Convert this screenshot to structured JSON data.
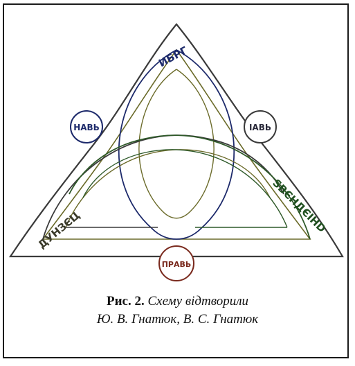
{
  "diagram": {
    "circles": {
      "nav": "НАВЬ",
      "yav": "ІАВЬ",
      "prav": "ПРАВЬ"
    },
    "arc_inscriptions": {
      "top": "ИБРГ",
      "left": "ДУНЗЄЦ",
      "right": "ЅВЄНДЄІНD"
    },
    "colors": {
      "ring": "#3a3a3a",
      "ring_top_edge": "#1d2a6b",
      "ring_left_edge": "#6b6b2a",
      "ring_right_edge": "#2f5a2a",
      "nav_circle": "#1d2a6b",
      "yav_circle": "#3a3a3a",
      "prav_circle": "#7a2a1e",
      "runes_top": "#1d2a6b",
      "runes_left": "#3a3a2a",
      "runes_right": "#1f4f1f"
    }
  },
  "caption": {
    "label": "Рис. 2.",
    "text": "Схему відтворили",
    "authors": "Ю. В. Гнатюк, В. С. Гнатюк"
  }
}
